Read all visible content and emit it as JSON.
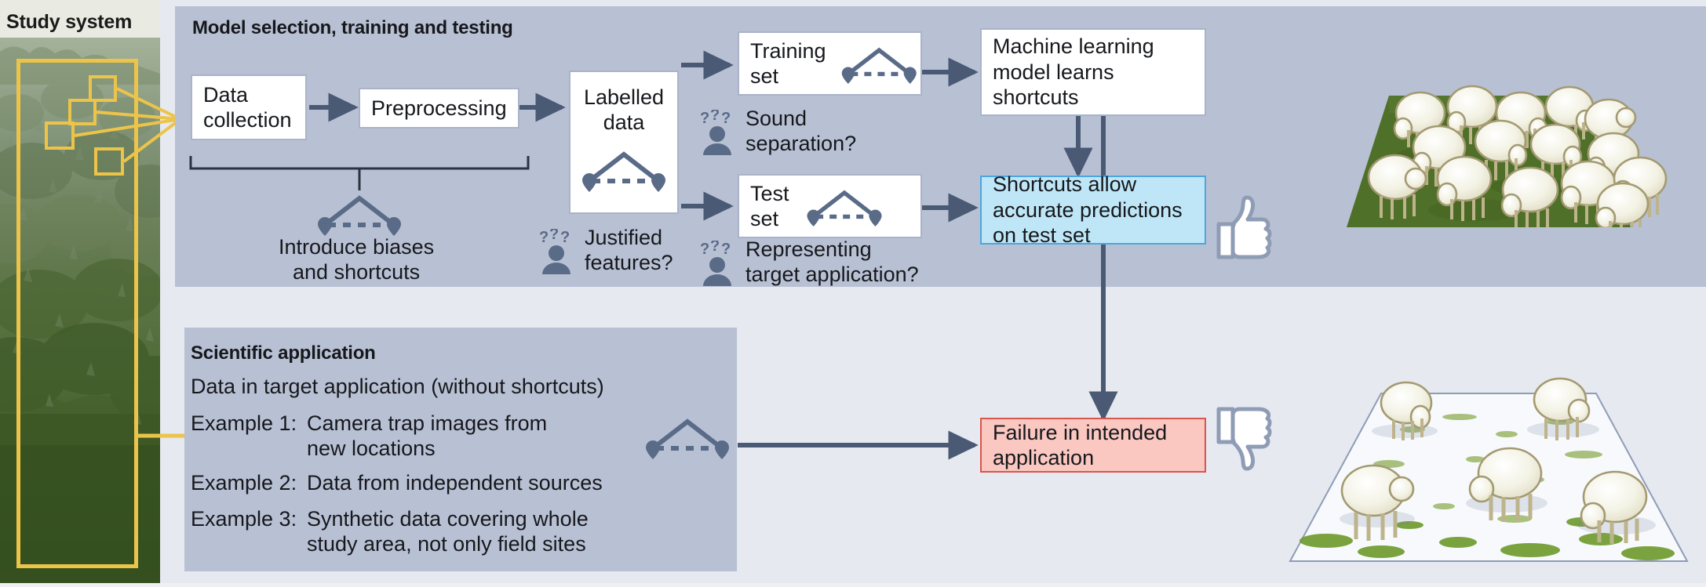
{
  "study": {
    "title": "Study system",
    "rect_label": "study-area-boundary",
    "plot_squares": 4
  },
  "top_panel": {
    "title": "Model selection, training and testing",
    "boxes": {
      "data_collection": "Data\ncollection",
      "preprocessing": "Preprocessing",
      "labelled_data": "Labelled\ndata",
      "training_set": "Training\nset",
      "test_set": "Test\nset",
      "ml_model": "Machine learning\nmodel learns\nshortcuts",
      "shortcuts_ok": "Shortcuts allow\naccurate predictions\non test set"
    },
    "bracket_label": "Introduce biases\nand shortcuts",
    "questions": [
      {
        "key": "justified-features",
        "text": "Justified\nfeatures?"
      },
      {
        "key": "sound-separation",
        "text": "Sound\nseparation?"
      },
      {
        "key": "representing-target-application",
        "text": "Representing\ntarget application?"
      }
    ]
  },
  "bottom_panel": {
    "title": "Scientific application",
    "subtitle": "Data in target application (without shortcuts)",
    "examples": [
      {
        "key": "Example 1:",
        "value": "Camera trap images from\nnew locations"
      },
      {
        "key": "Example 2:",
        "value": "Data from independent sources"
      },
      {
        "key": "Example 3:",
        "value": "Synthetic data covering whole\nstudy area, not only field sites"
      }
    ],
    "failure_box": "Failure in intended\napplication"
  },
  "icons": {
    "thumbs_up": "thumbs-up-icon",
    "thumbs_down": "thumbs-down-icon",
    "map_pins": "map-pin-pair-icon",
    "person": "person-with-question-marks-icon"
  },
  "scenes": {
    "crowded_pasture": {
      "name": "green-pasture-many-sheep",
      "sheep_count": 16
    },
    "sparse_pasture": {
      "name": "white-snowy-pasture-few-sheep",
      "sheep_count": 5
    }
  },
  "colors": {
    "panel_bg": "#b8c0d4",
    "page_bg": "#e6e9f0",
    "accent_blue": "#bfe6f7",
    "accent_blue_border": "#4da6dd",
    "accent_red": "#fac7c1",
    "accent_red_border": "#d9564c",
    "arrow": "#4a5a75",
    "study_rect": "#edc44a",
    "grass": "#4f7028"
  }
}
